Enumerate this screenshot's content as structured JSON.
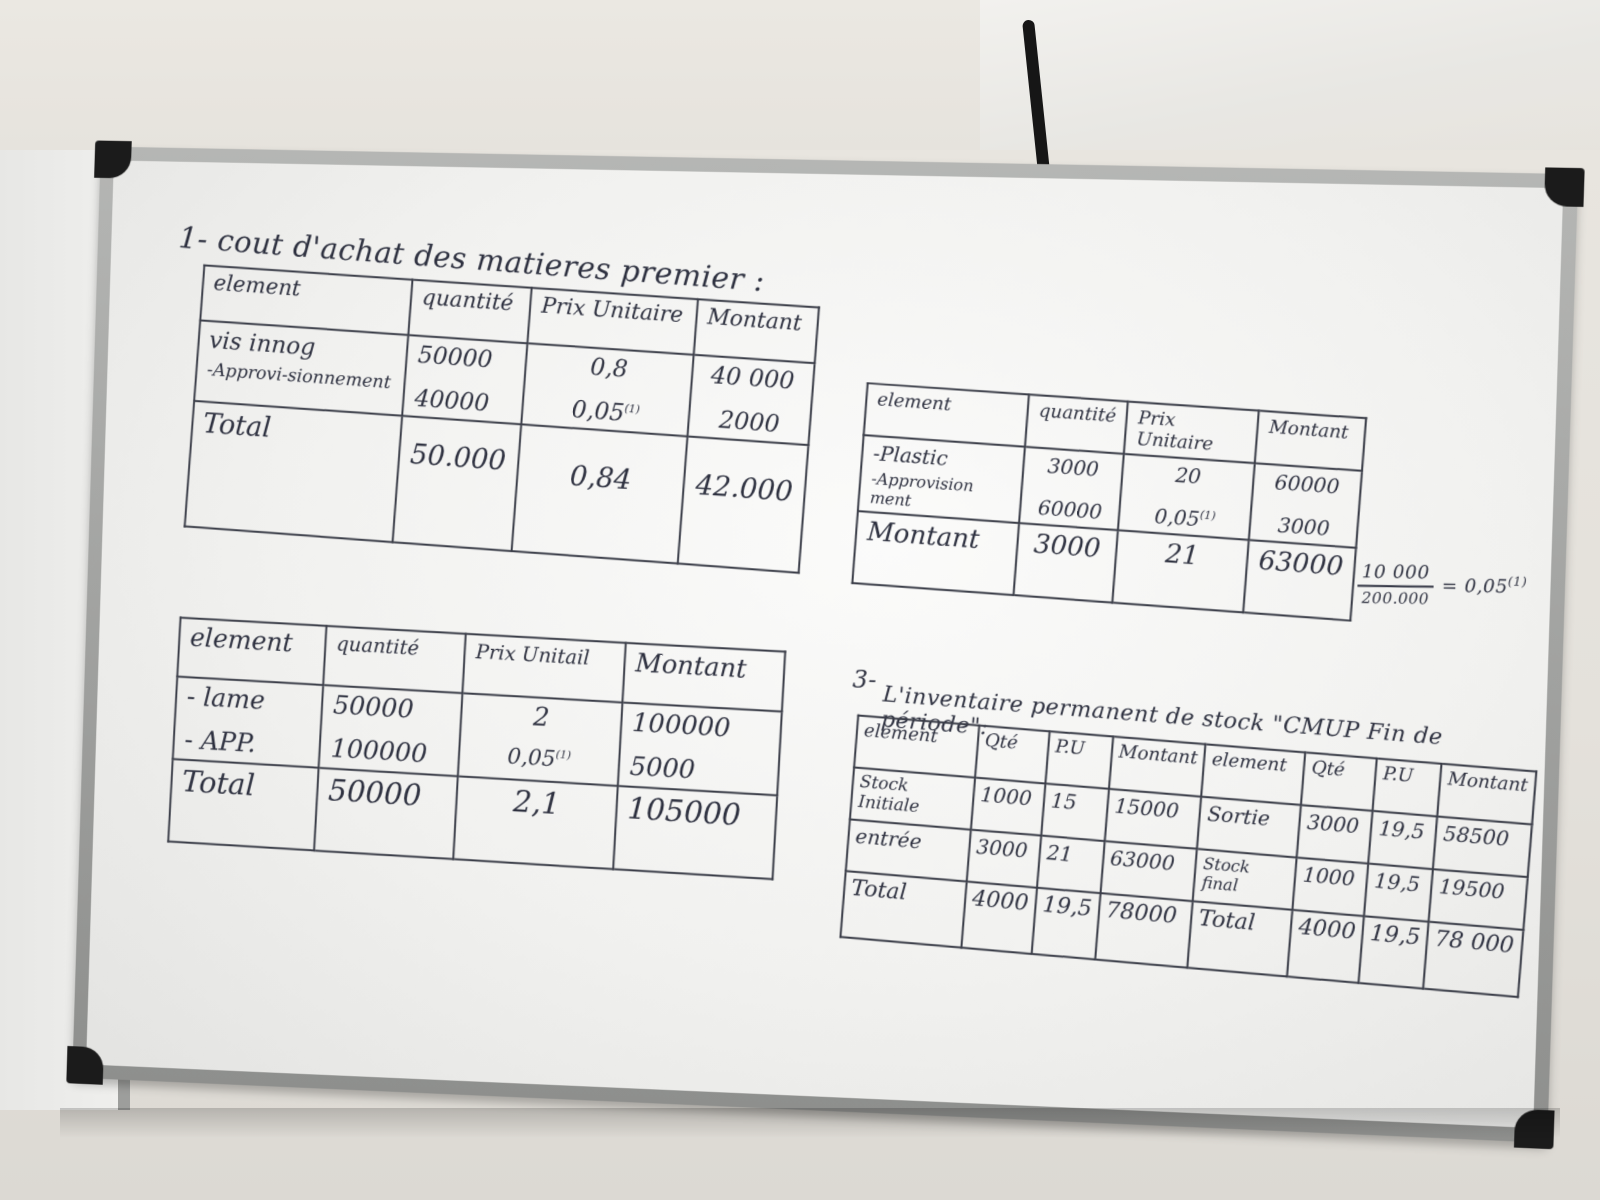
{
  "title": "1- cout d'achat des matieres premier :",
  "table1": {
    "headers": [
      "element",
      "quantité",
      "Prix Unitaire",
      "Montant"
    ],
    "rows": [
      {
        "element": "vis innog",
        "quantite": "50000",
        "prix": "0,8",
        "montant": "40 000"
      },
      {
        "element": "-Approvi-sionnement",
        "quantite": "40000",
        "prix": "0,05",
        "prix_note": "(1)",
        "montant": "2000"
      }
    ],
    "total": {
      "label": "Total",
      "quantite": "50.000",
      "prix": "0,84",
      "montant": "42.000"
    }
  },
  "table2": {
    "headers": [
      "element",
      "quantité",
      "Prix Unitaire",
      "Montant"
    ],
    "rows": [
      {
        "element": "-Plastic",
        "quantite": "3000",
        "prix": "20",
        "montant": "60000"
      },
      {
        "element": "-Approvision ment",
        "quantite": "60000",
        "prix": "0,05",
        "prix_note": "(1)",
        "montant": "3000"
      }
    ],
    "total": {
      "label": "Montant",
      "quantite": "3000",
      "prix": "21",
      "montant": "63000"
    }
  },
  "formula": {
    "numerator": "10 000",
    "denominator": "200.000",
    "result": "= 0,05",
    "note": "(1)"
  },
  "table3": {
    "headers": [
      "element",
      "quantité",
      "Prix Unitail",
      "Montant"
    ],
    "rows": [
      {
        "element": "- lame",
        "quantite": "50000",
        "prix": "2",
        "montant": "100000"
      },
      {
        "element": "- APP.",
        "quantite": "100000",
        "prix": "0,05",
        "prix_note": "(1)",
        "montant": "5000"
      }
    ],
    "total": {
      "label": "Total",
      "quantite": "50000",
      "prix": "2,1",
      "montant": "105000"
    }
  },
  "section3": {
    "number": "3-",
    "title": "L'inventaire permanent de stock \"CMUP Fin de période\":"
  },
  "table4": {
    "headers": [
      "element",
      "Qté",
      "P.U",
      "Montant",
      "element",
      "Qté",
      "P.U",
      "Montant"
    ],
    "rows": [
      [
        "Stock Initiale",
        "1000",
        "15",
        "15000",
        "Sortie",
        "3000",
        "19,5",
        "58500"
      ],
      [
        "entrée",
        "3000",
        "21",
        "63000",
        "Stock final",
        "1000",
        "19,5",
        "19500"
      ],
      [
        "Total",
        "4000",
        "19,5",
        "78000",
        "Total",
        "4000",
        "19,5",
        "78 000"
      ]
    ]
  }
}
